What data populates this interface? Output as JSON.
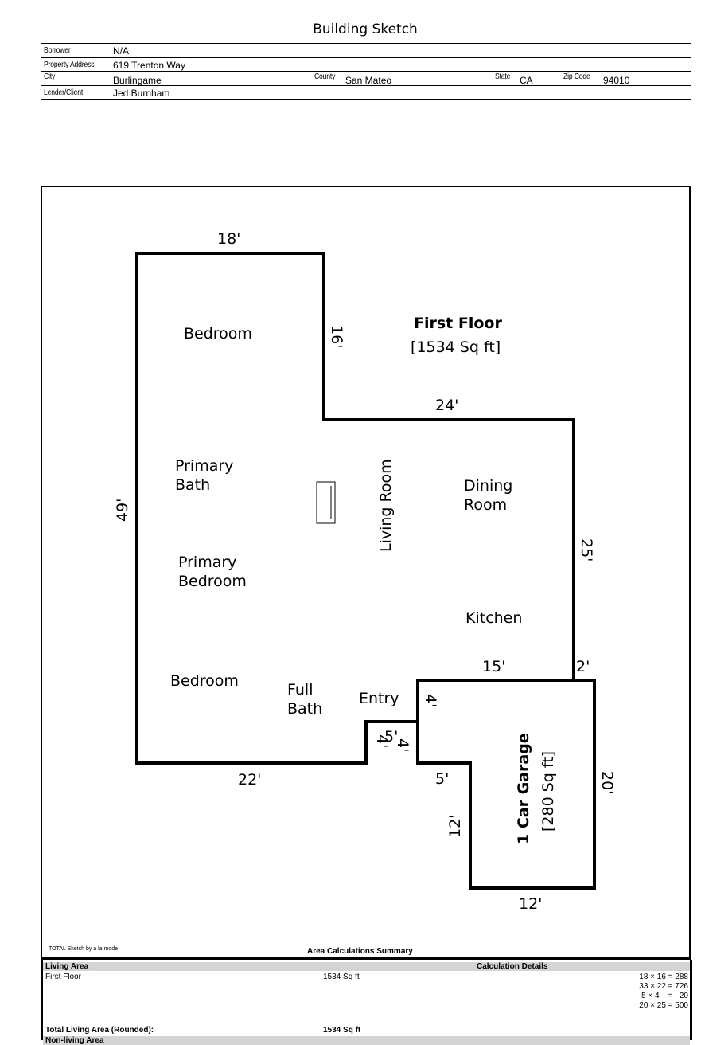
{
  "title": "Building Sketch",
  "header": {
    "borrower_label": "Borrower",
    "borrower": "N/A",
    "address_label": "Property Address",
    "address": "619 Trenton Way",
    "city_label": "City",
    "city": "Burlingame",
    "county_label": "County",
    "county": "San Mateo",
    "state_label": "State",
    "state": "CA",
    "zip_label": "Zip Code",
    "zip": "94010",
    "lender_label": "Lender/Client",
    "lender": "Jed Burnham"
  },
  "sketch": {
    "floor_name": "First Floor",
    "floor_area": "[1534 Sq ft]",
    "garage_name": "1 Car Garage",
    "garage_area": "[280 Sq ft]",
    "rooms": [
      "Bedroom",
      "Primary",
      "Bath",
      "Living Room",
      "Dining",
      "Room",
      "Primary",
      "Bedroom",
      "Kitchen",
      "Bedroom",
      "Full",
      "Bath",
      "Entry"
    ],
    "dims": [
      "18'",
      "16'",
      "24'",
      "49'",
      "25'",
      "15'",
      "2'",
      "22'",
      "5'",
      "4'",
      "4'",
      "5'",
      "4'",
      "20'",
      "12'",
      "12'"
    ]
  },
  "credit": "TOTAL Sketch by a la mode",
  "summary": {
    "title": "Area Calculations Summary",
    "living_area_label": "Living Area",
    "calc_details_label": "Calculation Details",
    "row_name": "First Floor",
    "row_area": "1534 Sq ft",
    "calcs": [
      "18 × 16 = 288",
      "33 × 22 = 726",
      "5 × 4    =   20",
      "20 × 25 = 500"
    ],
    "total_label": "Total Living Area (Rounded):",
    "total_value": "1534 Sq ft",
    "nonliving_label": "Non-living Area"
  }
}
